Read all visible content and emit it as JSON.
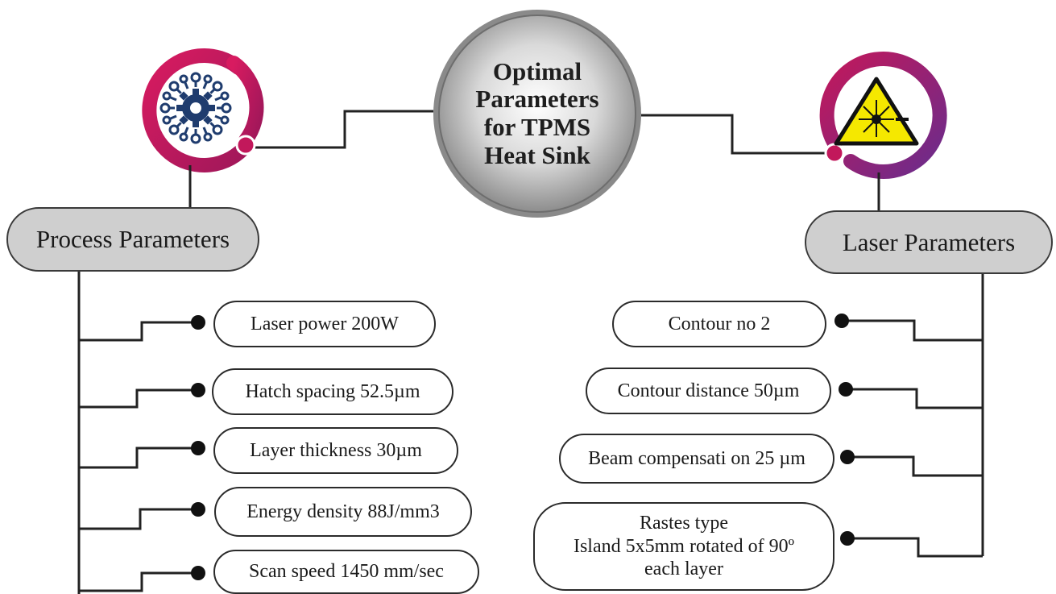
{
  "center": {
    "title_lines": [
      "Optimal",
      "Parameters",
      "for TPMS",
      "Heat Sink"
    ]
  },
  "left": {
    "header": "Process Parameters",
    "icon": "gear-circuit-icon",
    "items": [
      "Laser power 200W",
      "Hatch spacing 52.5µm",
      "Layer thickness 30µm",
      "Energy density 88J/mm3",
      "Scan speed 1450 mm/sec"
    ]
  },
  "right": {
    "header": "Laser Parameters",
    "icon": "laser-warning-icon",
    "items": [
      "Contour no 2",
      "Contour distance 50µm",
      "Beam compensati on 25 µm"
    ],
    "raster_lines": [
      "Rastes type",
      "Island 5x5mm rotated of 90º",
      "each layer"
    ]
  },
  "colors": {
    "ring_magenta": "#c2185b",
    "ring_purple": "#7b2d7b",
    "icon_navy": "#1f3c6e",
    "laser_yellow": "#f5e800",
    "header_fill": "#cfcfcf"
  }
}
